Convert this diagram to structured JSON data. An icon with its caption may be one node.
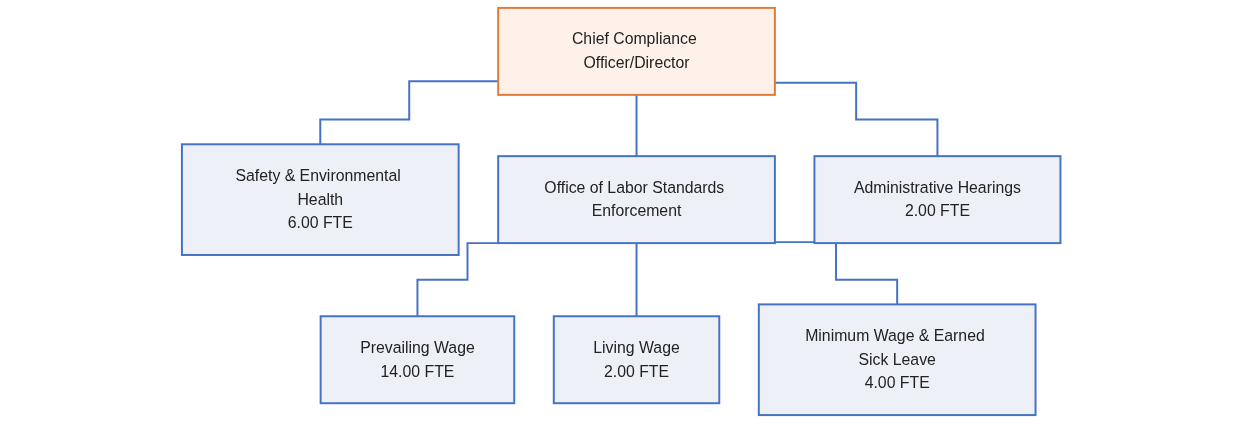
{
  "diagram": {
    "nodes": [
      {
        "text": [
          "Chief Compliance Officer/Director"
        ]
      },
      {
        "text": [
          "Safety & Environmental Health",
          "6.00 FTE"
        ]
      },
      {
        "text": [
          "Office of Labor Standards Enforcement"
        ]
      },
      {
        "text": [
          "Administrative Hearings",
          "2.00 FTE"
        ]
      },
      {
        "text": [
          "Prevailing Wage",
          "14.00 FTE"
        ]
      },
      {
        "text": [
          "Living Wage",
          "2.00 FTE"
        ]
      },
      {
        "text": [
          "Minimum Wage & Earned Sick Leave",
          "4.00 FTE"
        ]
      }
    ],
    "edges": [
      {
        "from": 0,
        "to": 1,
        "arrow": "none"
      },
      {
        "from": 0,
        "to": 2,
        "arrow": "none"
      },
      {
        "from": 0,
        "to": 3,
        "arrow": "none"
      },
      {
        "from": 2,
        "to": 4,
        "arrow": "none"
      },
      {
        "from": 2,
        "to": 5,
        "arrow": "none"
      },
      {
        "from": 2,
        "to": 6,
        "arrow": "none"
      }
    ]
  }
}
